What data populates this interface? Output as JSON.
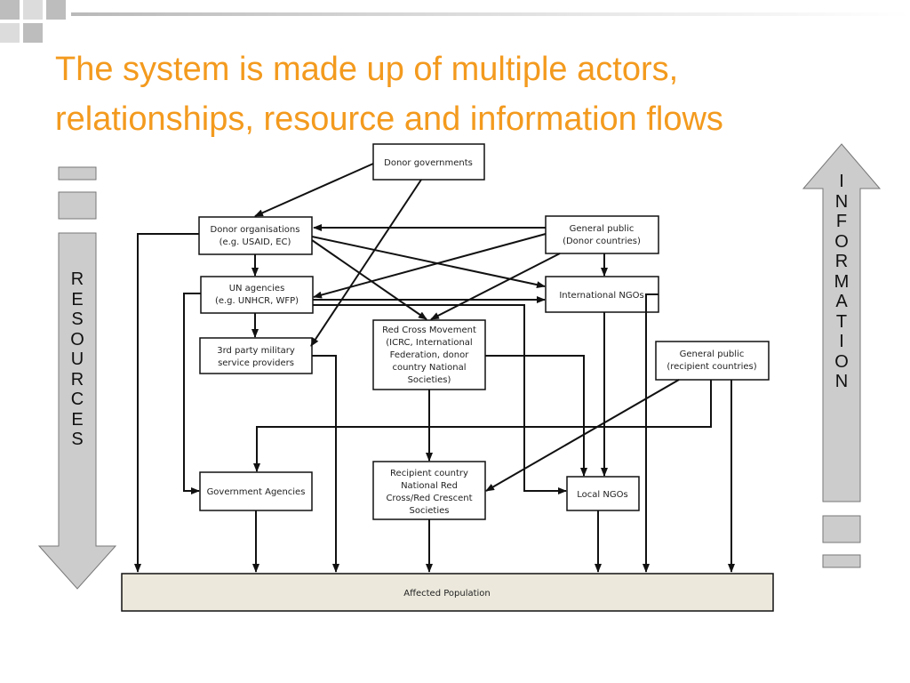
{
  "title": {
    "line1": "The system is made up of multiple actors,",
    "line2": "relationships, resource and information flows"
  },
  "side_labels": {
    "resources": [
      "R",
      "E",
      "S",
      "O",
      "U",
      "R",
      "C",
      "E",
      "S"
    ],
    "information": [
      "I",
      "N",
      "F",
      "O",
      "R",
      "M",
      "A",
      "T",
      "I",
      "O",
      "N"
    ]
  },
  "nodes": {
    "donor_governments": [
      "Donor governments"
    ],
    "donor_organisations": [
      "Donor organisations",
      "(e.g. USAID, EC)"
    ],
    "general_public_donor": [
      "General public",
      "(Donor countries)"
    ],
    "un_agencies": [
      "UN agencies",
      "(e.g. UNHCR, WFP)"
    ],
    "international_ngos": [
      "International NGOs"
    ],
    "military": [
      "3rd party military",
      "service providers"
    ],
    "red_cross": [
      "Red Cross Movement",
      "(ICRC, International",
      "Federation, donor",
      "country National",
      "Societies)"
    ],
    "general_public_recipient": [
      "General public",
      "(recipient countries)"
    ],
    "government_agencies": [
      "Government Agencies"
    ],
    "recipient_red_cross": [
      "Recipient country",
      "National Red",
      "Cross/Red Crescent",
      "Societies"
    ],
    "local_ngos": [
      "Local NGOs"
    ],
    "affected_population": [
      "Affected Population"
    ]
  },
  "colors": {
    "title": "#f39a1e",
    "arrow_fill": "#cccccc",
    "affected_bg": "#ece9dc",
    "box_border": "#111111"
  }
}
